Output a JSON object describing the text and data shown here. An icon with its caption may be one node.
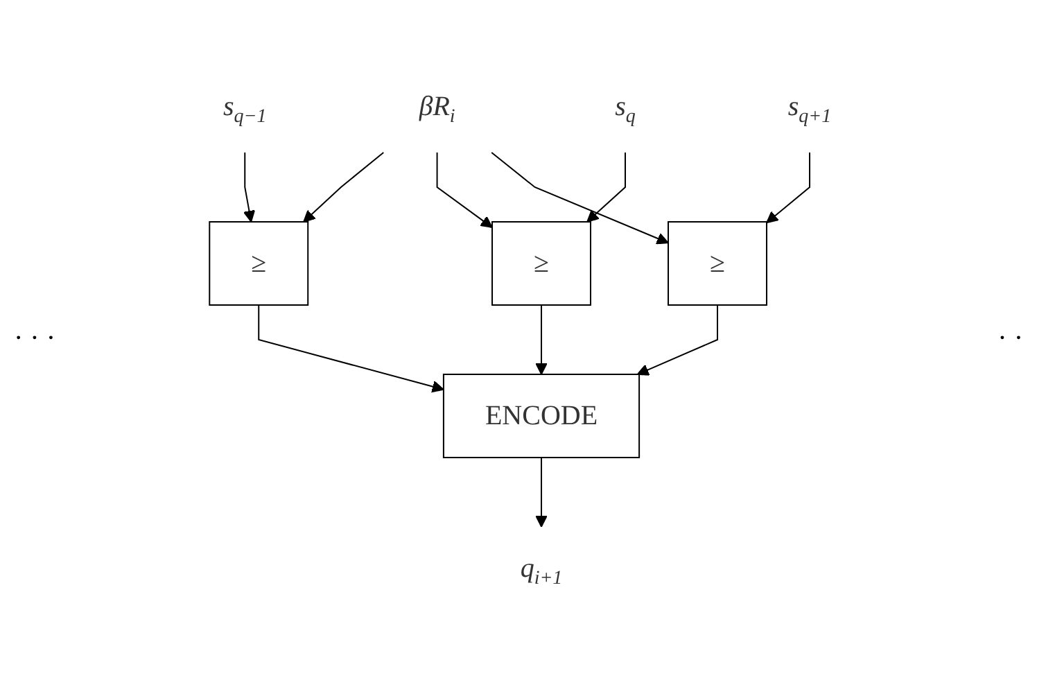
{
  "diagram": {
    "nodes": [
      {
        "text": [
          "s$_{q−1}$"
        ]
      },
      {
        "text": [
          "s$_{q}$"
        ]
      },
      {
        "text": [
          "s$_{q+1}$"
        ]
      },
      {
        "text": [
          "βR$_{i}$"
        ]
      },
      {
        "text": [
          "≥"
        ]
      },
      {
        "text": [
          "≥"
        ]
      },
      {
        "text": [
          "≥"
        ]
      },
      {
        "text": [
          "ENCODE"
        ]
      },
      {
        "text": [
          "q$_{i+1}$"
        ]
      }
    ],
    "edges": [
      {
        "from": 3,
        "to": 4,
        "arrow": "to"
      },
      {
        "from": 0,
        "to": 4,
        "arrow": "to"
      },
      {
        "from": 3,
        "to": 5,
        "arrow": "to"
      },
      {
        "from": 1,
        "to": 5,
        "arrow": "to"
      },
      {
        "from": 3,
        "to": 6,
        "arrow": "to"
      },
      {
        "from": 2,
        "to": 6,
        "arrow": "to"
      },
      {
        "from": 4,
        "to": 7,
        "arrow": "to"
      },
      {
        "from": 5,
        "to": 7,
        "arrow": "to"
      },
      {
        "from": 6,
        "to": 7,
        "arrow": "to"
      },
      {
        "from": 7,
        "to": 8,
        "arrow": "to"
      }
    ],
    "labels": [
      "· · ·",
      "· ·"
    ]
  }
}
